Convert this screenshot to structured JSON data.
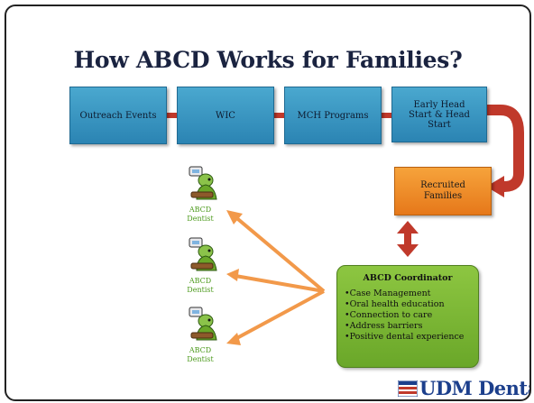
{
  "slide": {
    "title": "How ABCD Works for Families?"
  },
  "flow": {
    "boxes": [
      {
        "label": "Outreach Events"
      },
      {
        "label": "WIC"
      },
      {
        "label": "MCH Programs"
      },
      {
        "label": "Early Head Start & Head Start"
      }
    ]
  },
  "recruited": {
    "label": "Recruited Families"
  },
  "coordinator": {
    "title": "ABCD Coordinator",
    "items": [
      "Case Management",
      "Oral health education",
      "Connection to care",
      "Address barriers",
      "Positive dental experience"
    ]
  },
  "dentists": [
    {
      "line1": "ABCD",
      "line2": "Dentist"
    },
    {
      "line1": "ABCD",
      "line2": "Dentist"
    },
    {
      "line1": "ABCD",
      "line2": "Dentist"
    }
  ],
  "logo": {
    "text": "UDM Dental"
  },
  "colors": {
    "flow_box": "#2b84b3",
    "connector": "#c0392b",
    "recruited": "#e6781a",
    "coordinator": "#6aa729",
    "dentist_arrow": "#f2994a",
    "dentist_label": "#4c9a1c",
    "logo_text": "#1c3f8c"
  }
}
